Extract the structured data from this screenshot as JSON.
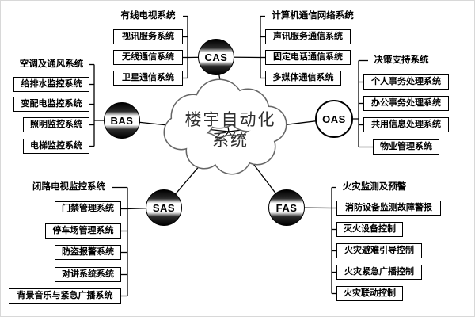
{
  "center": {
    "line1": "楼宇自动化",
    "line2": "系统"
  },
  "nodes": {
    "cas": "CAS",
    "bas": "BAS",
    "oas": "OAS",
    "sas": "SAS",
    "fas": "FAS"
  },
  "groups": {
    "cas_left": {
      "header": "有线电视系统",
      "items": [
        "视讯服务系统",
        "无线通信系统",
        "卫星通信系统"
      ]
    },
    "cas_right": {
      "header": "计算机通信网络系统",
      "items": [
        "声讯服务通信系统",
        "固定电话通信系统",
        "多媒体通信系统"
      ]
    },
    "bas": {
      "header": "空调及通风系统",
      "items": [
        "给排水监控系统",
        "变配电监控系统",
        "照明监控系统",
        "电梯监控系统"
      ]
    },
    "oas": {
      "header": "决策支持系统",
      "items": [
        "个人事务处理系统",
        "办公事务处理系统",
        "共用信息处理系统",
        "物业管理系统"
      ]
    },
    "sas": {
      "header": "闭路电视监控系统",
      "items": [
        "门禁管理系统",
        "停车场管理系统",
        "防盗报警系统",
        "对讲系统系统",
        "背景音乐与紧急广播系统"
      ]
    },
    "fas": {
      "header": "火灾监测及预警",
      "items": [
        "消防设备监测故障警报",
        "灭火设备控制",
        "火灾避难引导控制",
        "火灾紧急广播控制",
        "火灾联动控制"
      ]
    }
  },
  "colors": {
    "line": "#000000",
    "cloud_outline": "#666666",
    "box_border": "#000000",
    "sphere_dark": "#111111"
  }
}
